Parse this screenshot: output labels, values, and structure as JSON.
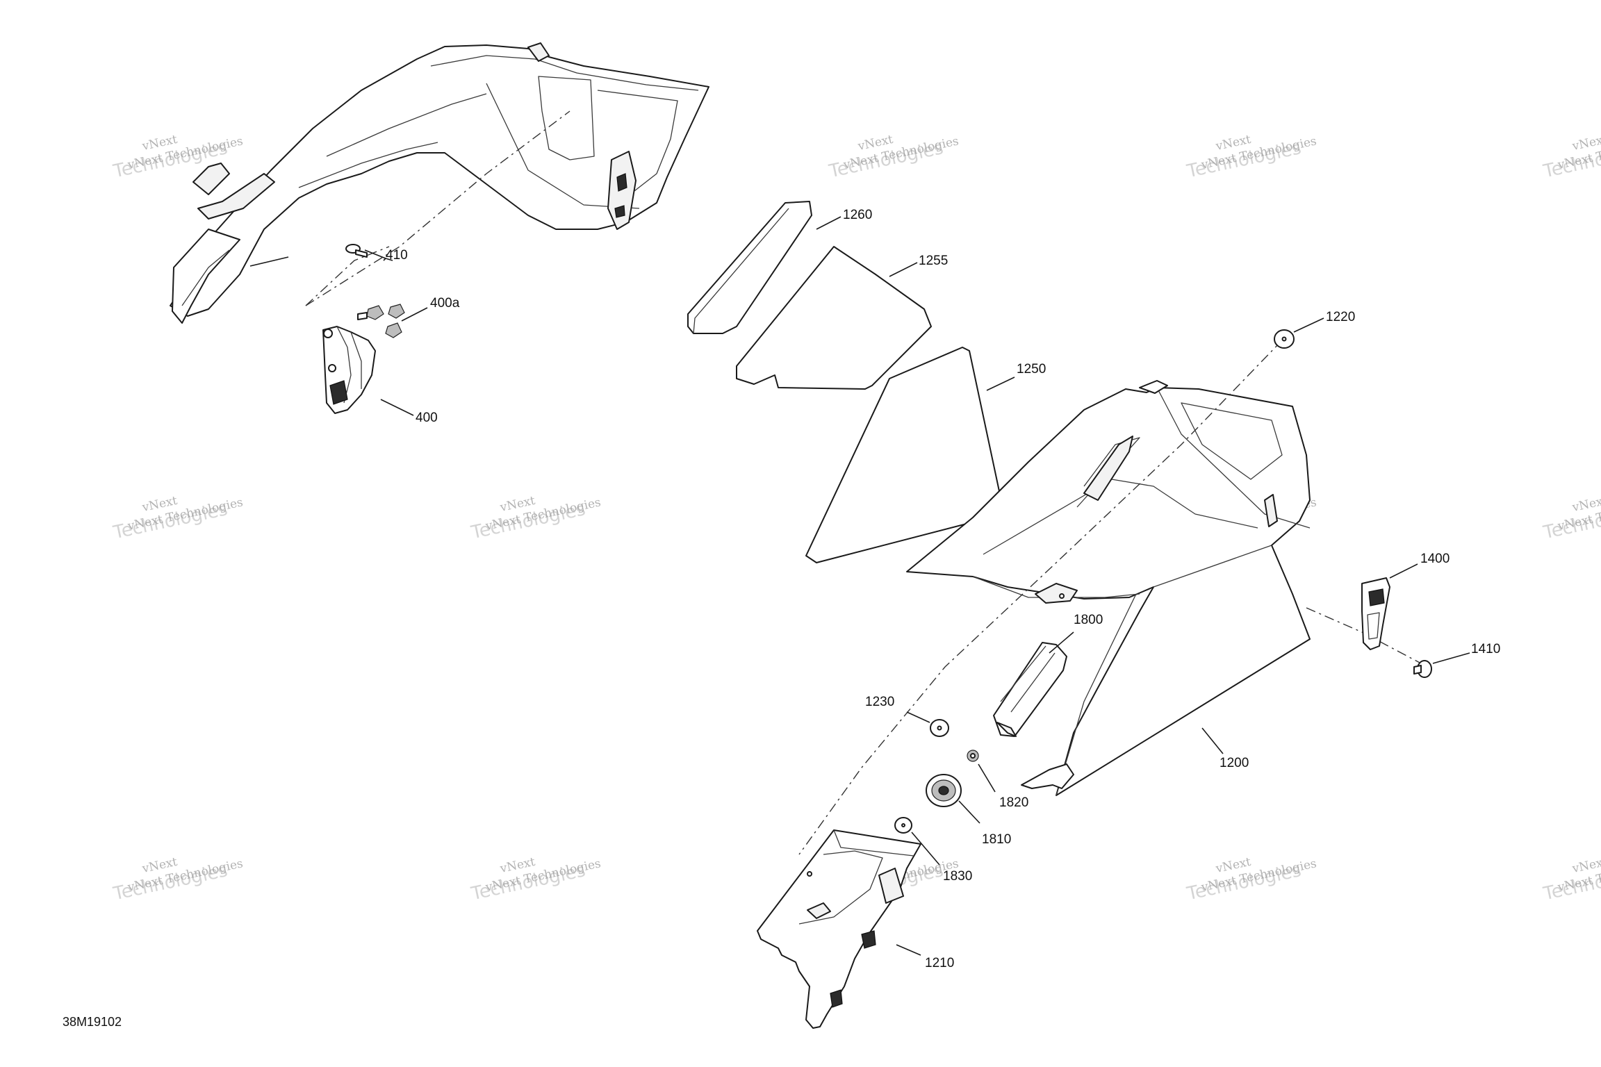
{
  "drawing_ref": "38M19102",
  "watermark": {
    "line1": "vNext Technologies",
    "line2": "Technologies",
    "line3": "vNext"
  },
  "callouts": {
    "c410": "410",
    "c400a": "400a",
    "c400": "400",
    "c1260": "1260",
    "c1255": "1255",
    "c1250": "1250",
    "c1220": "1220",
    "c1400": "1400",
    "c1410": "1410",
    "c1800": "1800",
    "c1230": "1230",
    "c1820": "1820",
    "c1810": "1810",
    "c1830": "1830",
    "c1200": "1200",
    "c1210": "1210"
  }
}
